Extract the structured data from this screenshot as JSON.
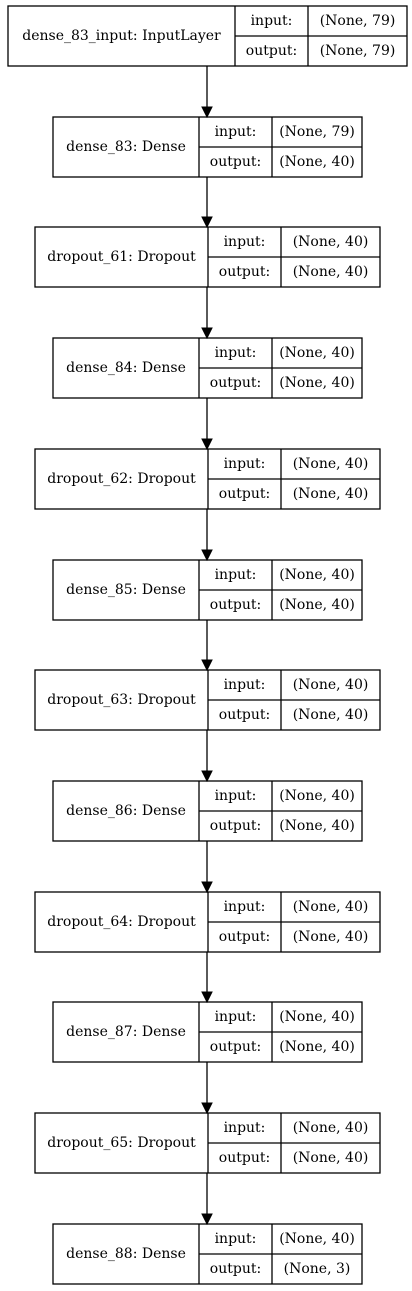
{
  "diagram": {
    "labels": {
      "input": "input:",
      "output": "output:"
    },
    "nodes": [
      {
        "name": "dense_83_input: InputLayer",
        "input_shape": "(None, 79)",
        "output_shape": "(None, 79)"
      },
      {
        "name": "dense_83: Dense",
        "input_shape": "(None, 79)",
        "output_shape": "(None, 40)"
      },
      {
        "name": "dropout_61: Dropout",
        "input_shape": "(None, 40)",
        "output_shape": "(None, 40)"
      },
      {
        "name": "dense_84: Dense",
        "input_shape": "(None, 40)",
        "output_shape": "(None, 40)"
      },
      {
        "name": "dropout_62: Dropout",
        "input_shape": "(None, 40)",
        "output_shape": "(None, 40)"
      },
      {
        "name": "dense_85: Dense",
        "input_shape": "(None, 40)",
        "output_shape": "(None, 40)"
      },
      {
        "name": "dropout_63: Dropout",
        "input_shape": "(None, 40)",
        "output_shape": "(None, 40)"
      },
      {
        "name": "dense_86: Dense",
        "input_shape": "(None, 40)",
        "output_shape": "(None, 40)"
      },
      {
        "name": "dropout_64: Dropout",
        "input_shape": "(None, 40)",
        "output_shape": "(None, 40)"
      },
      {
        "name": "dense_87: Dense",
        "input_shape": "(None, 40)",
        "output_shape": "(None, 40)"
      },
      {
        "name": "dropout_65: Dropout",
        "input_shape": "(None, 40)",
        "output_shape": "(None, 40)"
      },
      {
        "name": "dense_88: Dense",
        "input_shape": "(None, 40)",
        "output_shape": "(None, 3)"
      }
    ]
  }
}
